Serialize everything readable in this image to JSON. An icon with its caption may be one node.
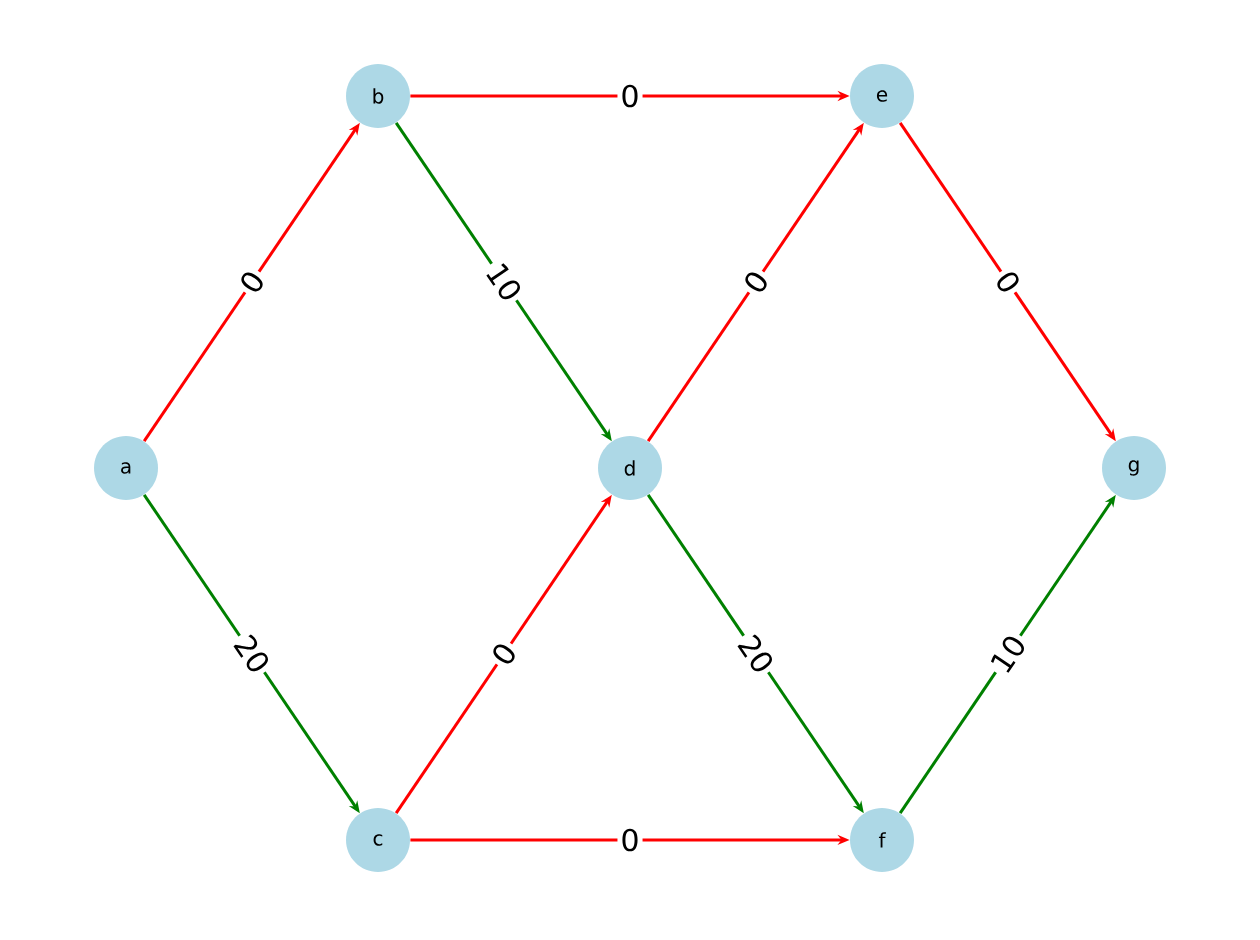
{
  "diagram": {
    "nodes": [
      {
        "text": [
          "a"
        ]
      },
      {
        "text": [
          "b"
        ]
      },
      {
        "text": [
          "c"
        ]
      },
      {
        "text": [
          "d"
        ]
      },
      {
        "text": [
          "e"
        ]
      },
      {
        "text": [
          "f"
        ]
      },
      {
        "text": [
          "g"
        ]
      }
    ],
    "edges": [
      {
        "from": 0,
        "to": 1,
        "arrow": "to",
        "label": "0"
      },
      {
        "from": 0,
        "to": 2,
        "arrow": "to",
        "label": "20",
        "color": "#008000"
      },
      {
        "from": 1,
        "to": 4,
        "arrow": "to",
        "label": "0"
      },
      {
        "from": 1,
        "to": 3,
        "arrow": "to",
        "label": "10",
        "color": "#008000"
      },
      {
        "from": 2,
        "to": 3,
        "arrow": "to",
        "label": "0"
      },
      {
        "from": 2,
        "to": 5,
        "arrow": "to",
        "label": "0"
      },
      {
        "from": 3,
        "to": 4,
        "arrow": "to",
        "label": "0"
      },
      {
        "from": 3,
        "to": 5,
        "arrow": "to",
        "label": "20",
        "color": "#008000"
      },
      {
        "from": 4,
        "to": 6,
        "arrow": "to",
        "label": "0"
      },
      {
        "from": 5,
        "to": 6,
        "arrow": "to",
        "label": "10",
        "color": "#008000"
      }
    ]
  }
}
